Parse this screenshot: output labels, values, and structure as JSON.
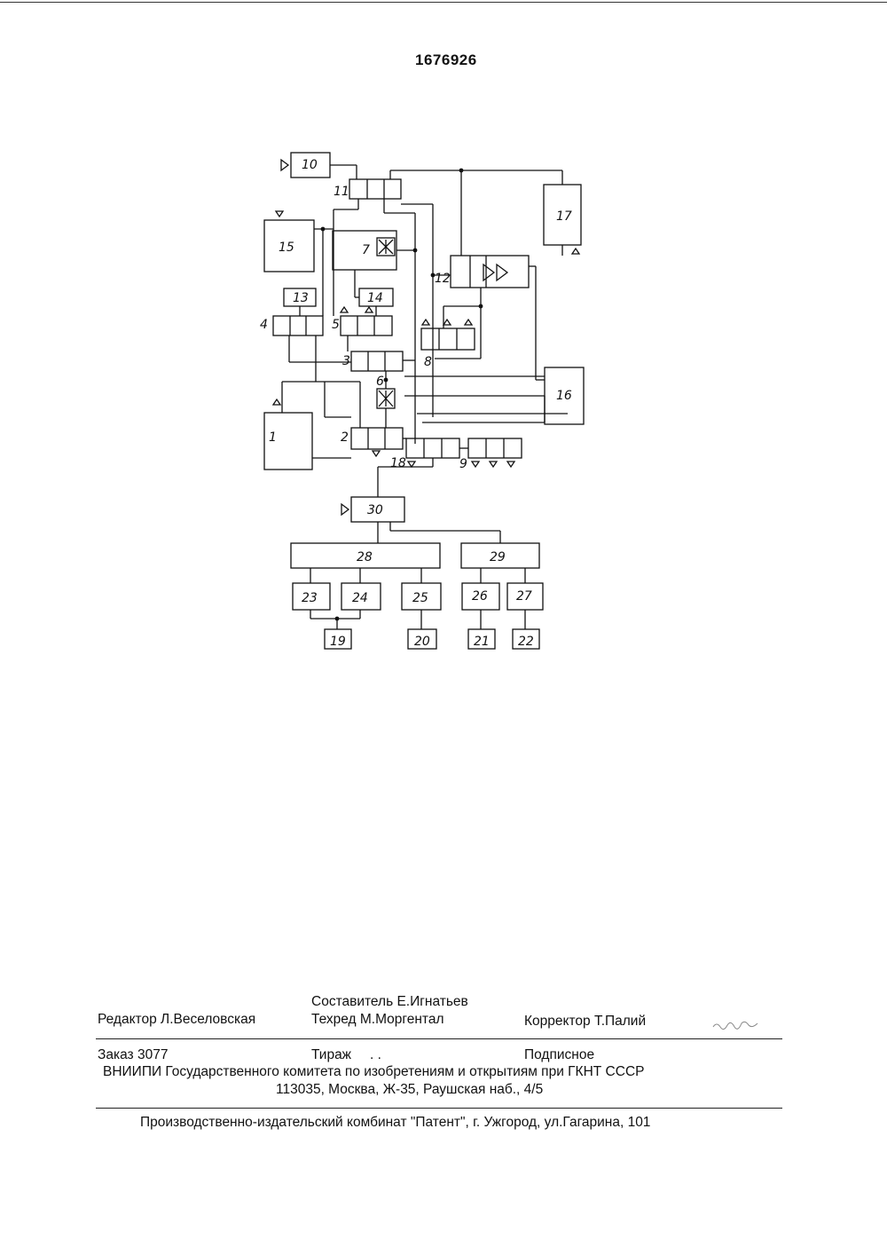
{
  "patent_number": "1676926",
  "diagram_labels": [
    "1",
    "2",
    "3",
    "4",
    "5",
    "6",
    "7",
    "8",
    "9",
    "10",
    "11",
    "12",
    "13",
    "14",
    "15",
    "16",
    "17",
    "18",
    "19",
    "20",
    "21",
    "22",
    "23",
    "24",
    "25",
    "26",
    "27",
    "28",
    "29",
    "30"
  ],
  "colophon": {
    "compiler": "Составитель Е.Игнатьев",
    "editor": "Редактор Л.Веселовская",
    "techred": "Техред М.Моргентал",
    "corrector": "Корректор Т.Палий",
    "order": "Заказ 3077",
    "circulation": "Тираж",
    "circulation_dots": ". .",
    "subscription": "Подписное",
    "institute": "ВНИИПИ Государственного комитета по изобретениям и открытиям при ГКНТ СССР",
    "address": "113035, Москва, Ж-35, Раушская наб., 4/5",
    "publisher": "Производственно-издательский комбинат \"Патент\", г. Ужгород, ул.Гагарина, 101"
  }
}
